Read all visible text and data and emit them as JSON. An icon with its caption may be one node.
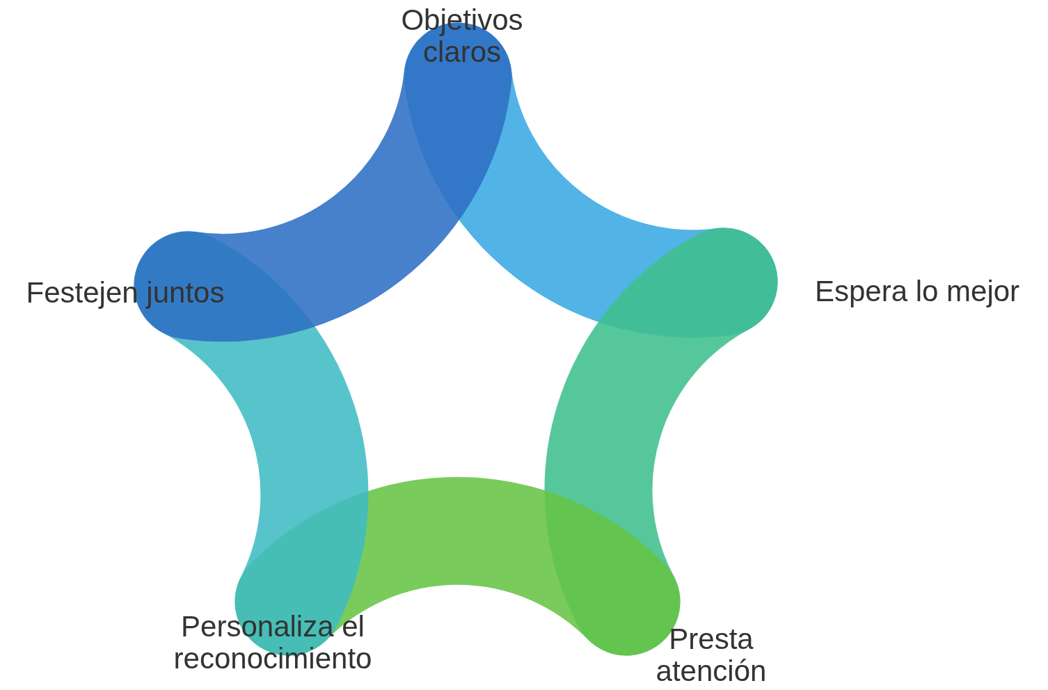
{
  "diagram": {
    "labels": [
      "Objetivos claros",
      "Festejen juntos",
      "Espera lo mejor",
      "Personaliza el reconocimiento",
      "Presta atención"
    ]
  }
}
